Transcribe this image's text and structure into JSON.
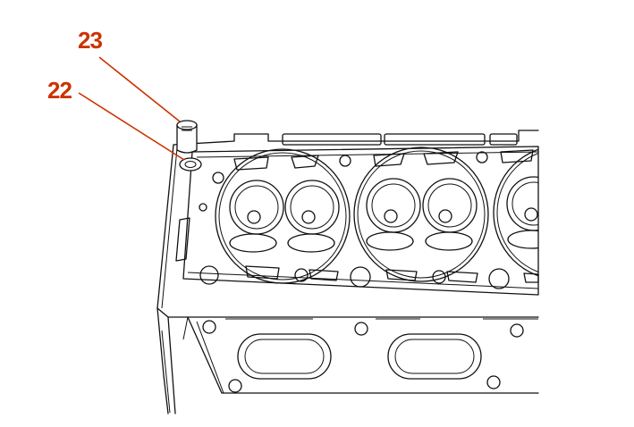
{
  "callouts": [
    {
      "label": "23",
      "color": "#cc3300",
      "points_to": "stud"
    },
    {
      "label": "22",
      "color": "#cc3300",
      "points_to": "washer"
    }
  ],
  "leader_color": "#cc3300",
  "line_color": "#111111",
  "background": "#ffffff"
}
